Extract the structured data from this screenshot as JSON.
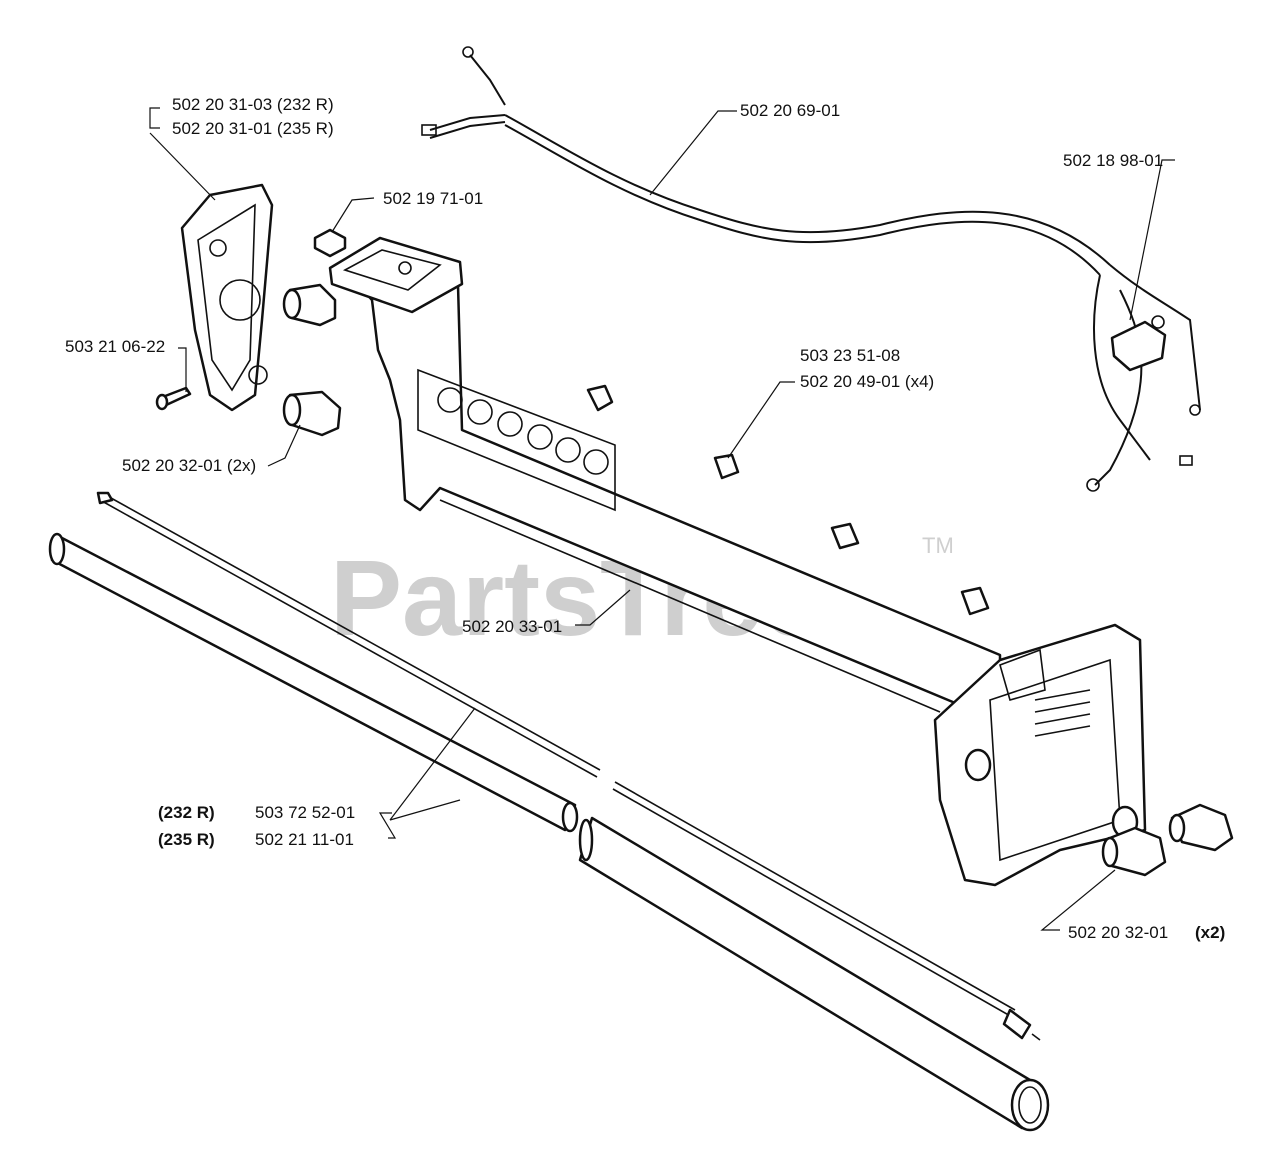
{
  "watermark": {
    "text": "PartsTree",
    "tm": "TM"
  },
  "labels": {
    "grip_232": "502 20 31-03 (232 R)",
    "grip_235": "502 20 31-01 (235 R)",
    "screw": "503 21 06-22",
    "cap_left": "502 20 32-01 (2x)",
    "nut": "502 19 71-01",
    "wire_harness": "502 20 69-01",
    "switch_harness": "502 18 98-01",
    "clip_a": "503 23 51-08",
    "clip_b": "502 20 49-01 (x4)",
    "handle": "502 20 33-01",
    "model_232": "(232 R)",
    "model_235": "(235 R)",
    "shaft_232": "503 72 52-01",
    "shaft_235": "502 21 11-01",
    "cap_right": "502 20 32-01",
    "cap_right_qty": "(x2)"
  }
}
